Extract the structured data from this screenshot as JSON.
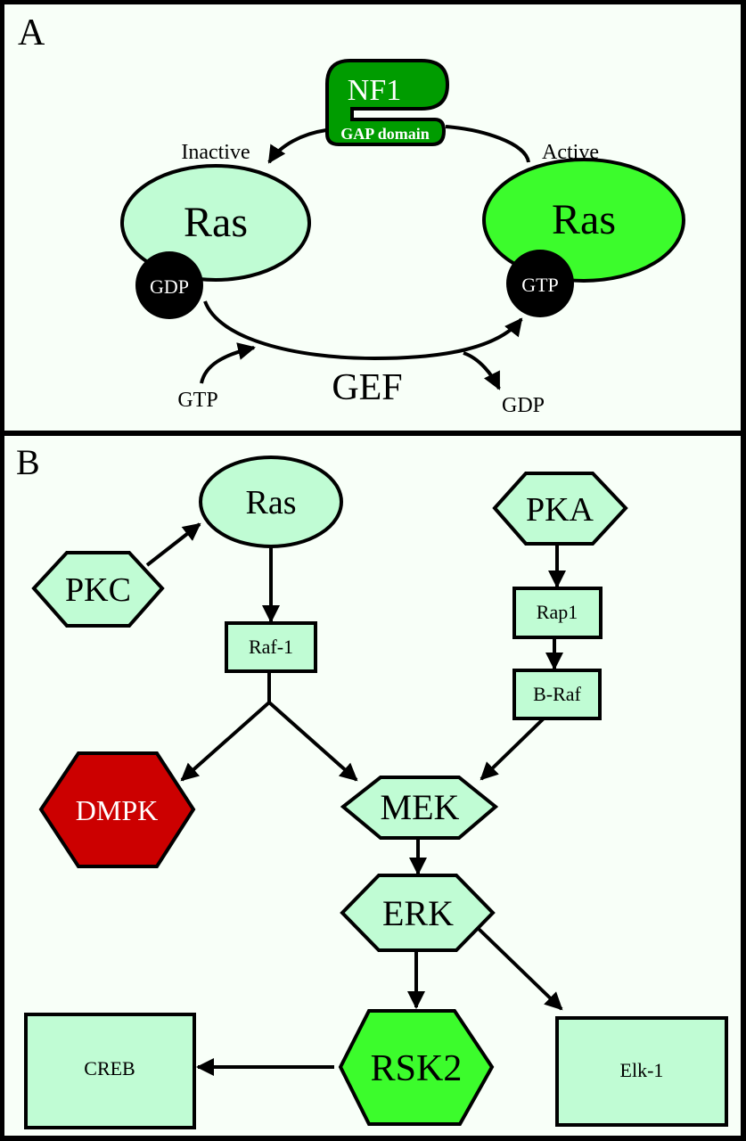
{
  "colors": {
    "background": "#f8fff8",
    "border": "#000000",
    "pale_green": "#c0fcd4",
    "bright_green": "#3cfc2c",
    "dark_green": "#009c00",
    "red": "#cc0000",
    "black": "#000000",
    "white": "#ffffff"
  },
  "panel_a": {
    "label": "A",
    "nf1": {
      "title": "NF1",
      "subtitle": "GAP domain"
    },
    "inactive_label": "Inactive",
    "active_label": "Active",
    "inactive_ras": "Ras",
    "active_ras": "Ras",
    "gdp_badge": "GDP",
    "gtp_badge": "GTP",
    "gef_label": "GEF",
    "gtp_in": "GTP",
    "gdp_out": "GDP"
  },
  "panel_b": {
    "label": "B",
    "nodes": {
      "ras": "Ras",
      "pkc": "PKC",
      "pka": "PKA",
      "raf1": "Raf-1",
      "rap1": "Rap1",
      "braf": "B-Raf",
      "dmpk": "DMPK",
      "mek": "MEK",
      "erk": "ERK",
      "rsk2": "RSK2",
      "creb": "CREB",
      "elk1": "Elk-1"
    }
  }
}
